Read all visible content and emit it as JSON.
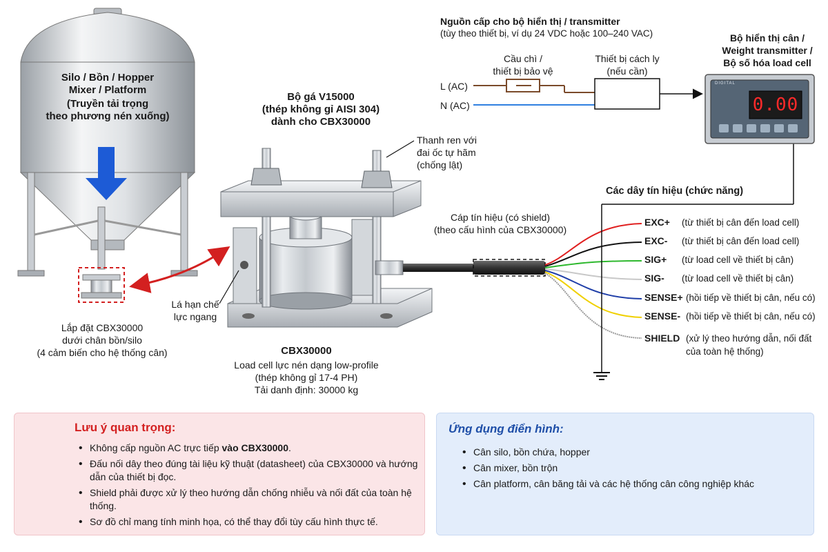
{
  "silo": {
    "title_lines": [
      "Silo / Bồn / Hopper",
      "Mixer / Platform"
    ],
    "sub_lines": [
      "(Truyền tải trọng",
      "theo phương nén xuống)"
    ],
    "install_lines": [
      "Lắp đặt CBX30000",
      "dưới chân bồn/silo",
      "(4 cảm biến cho hệ thống cân)"
    ]
  },
  "mount": {
    "title_lines": [
      "Bộ gá V15000",
      "(thép không gỉ AISI 304)",
      "dành cho CBX30000"
    ],
    "rod_label_lines": [
      "Thanh ren với",
      "đai ốc tự hãm",
      "(chống lật)"
    ],
    "plate_label_lines": [
      "Lá hạn chế",
      "lực ngang"
    ]
  },
  "loadcell": {
    "model": "CBX30000",
    "desc_lines": [
      "Load cell lực nén dạng low-profile",
      "(thép không gỉ 17-4 PH)",
      "Tải danh định: 30000 kg"
    ]
  },
  "cable": {
    "label_lines": [
      "Cáp tín hiệu (có shield)",
      "(theo cấu hình của CBX30000)"
    ]
  },
  "power": {
    "title": "Nguồn cấp cho bộ hiển thị / transmitter",
    "subtitle": "(tùy theo thiết bị, ví dụ 24 VDC hoặc 100–240 VAC)",
    "fuse_lines": [
      "Cầu chì /",
      "thiết bị bảo vệ"
    ],
    "isolator_lines": [
      "Thiết bị cách ly",
      "(nếu cần)"
    ],
    "line_l": "L (AC)",
    "line_n": "N (AC)"
  },
  "indicator": {
    "title_lines": [
      "Bộ hiển thị cân /",
      "Weight transmitter /",
      "Bộ số hóa load cell"
    ],
    "display": "0.00",
    "brand": "DIGITAL"
  },
  "signals": {
    "title": "Các dây tín hiệu (chức năng)",
    "items": [
      {
        "code": "EXC+",
        "desc": "(từ thiết bị cân đến load cell)",
        "color": "#e02020"
      },
      {
        "code": "EXC-",
        "desc": "(từ thiết bị cân đến load cell)",
        "color": "#111111"
      },
      {
        "code": "SIG+",
        "desc": "(từ load cell về thiết bị cân)",
        "color": "#2db82d"
      },
      {
        "code": "SIG-",
        "desc": "(từ load cell về thiết bị cân)",
        "color": "#c8c8c8"
      },
      {
        "code": "SENSE+",
        "desc": "(hồi tiếp về thiết bị cân, nếu có)",
        "color": "#1f3ea8"
      },
      {
        "code": "SENSE-",
        "desc": "(hồi tiếp về thiết bị cân, nếu có)",
        "color": "#f0d000"
      },
      {
        "code": "SHIELD",
        "desc": "(xử lý theo hướng dẫn, nối đất",
        "desc2": "của toàn hệ thống)",
        "color": "#9a9a9a"
      }
    ]
  },
  "warning": {
    "title": "Lưu ý quan trọng:",
    "item1_prefix": "Không cấp nguồn AC trực tiếp ",
    "item1_bold": "vào CBX30000",
    "item1_suffix": ".",
    "items": [
      "Đấu nối dây theo đúng tài liệu kỹ thuật (datasheet) của CBX30000 và hướng dẫn của thiết bị đọc.",
      "Shield phải được xử lý theo hướng dẫn chống nhiễu và nối đất của toàn hệ thống.",
      "Sơ đồ chỉ mang tính minh họa, có thể thay đổi tùy cấu hình thực tế."
    ]
  },
  "applications": {
    "title": "Ứng dụng điển hình:",
    "items": [
      "Cân silo, bồn chứa, hopper",
      "Cân mixer, bồn trộn",
      "Cân platform, cân băng tải và các hệ thống cân công nghiệp khác"
    ]
  },
  "colors": {
    "warning_red": "#d32020",
    "app_title_blue": "#1f4fa8",
    "arrow_blue": "#1d5bd6",
    "display_red": "#ff2a2a",
    "wire_brown": "#7a4a2a",
    "wire_blue": "#2f7fe0"
  }
}
